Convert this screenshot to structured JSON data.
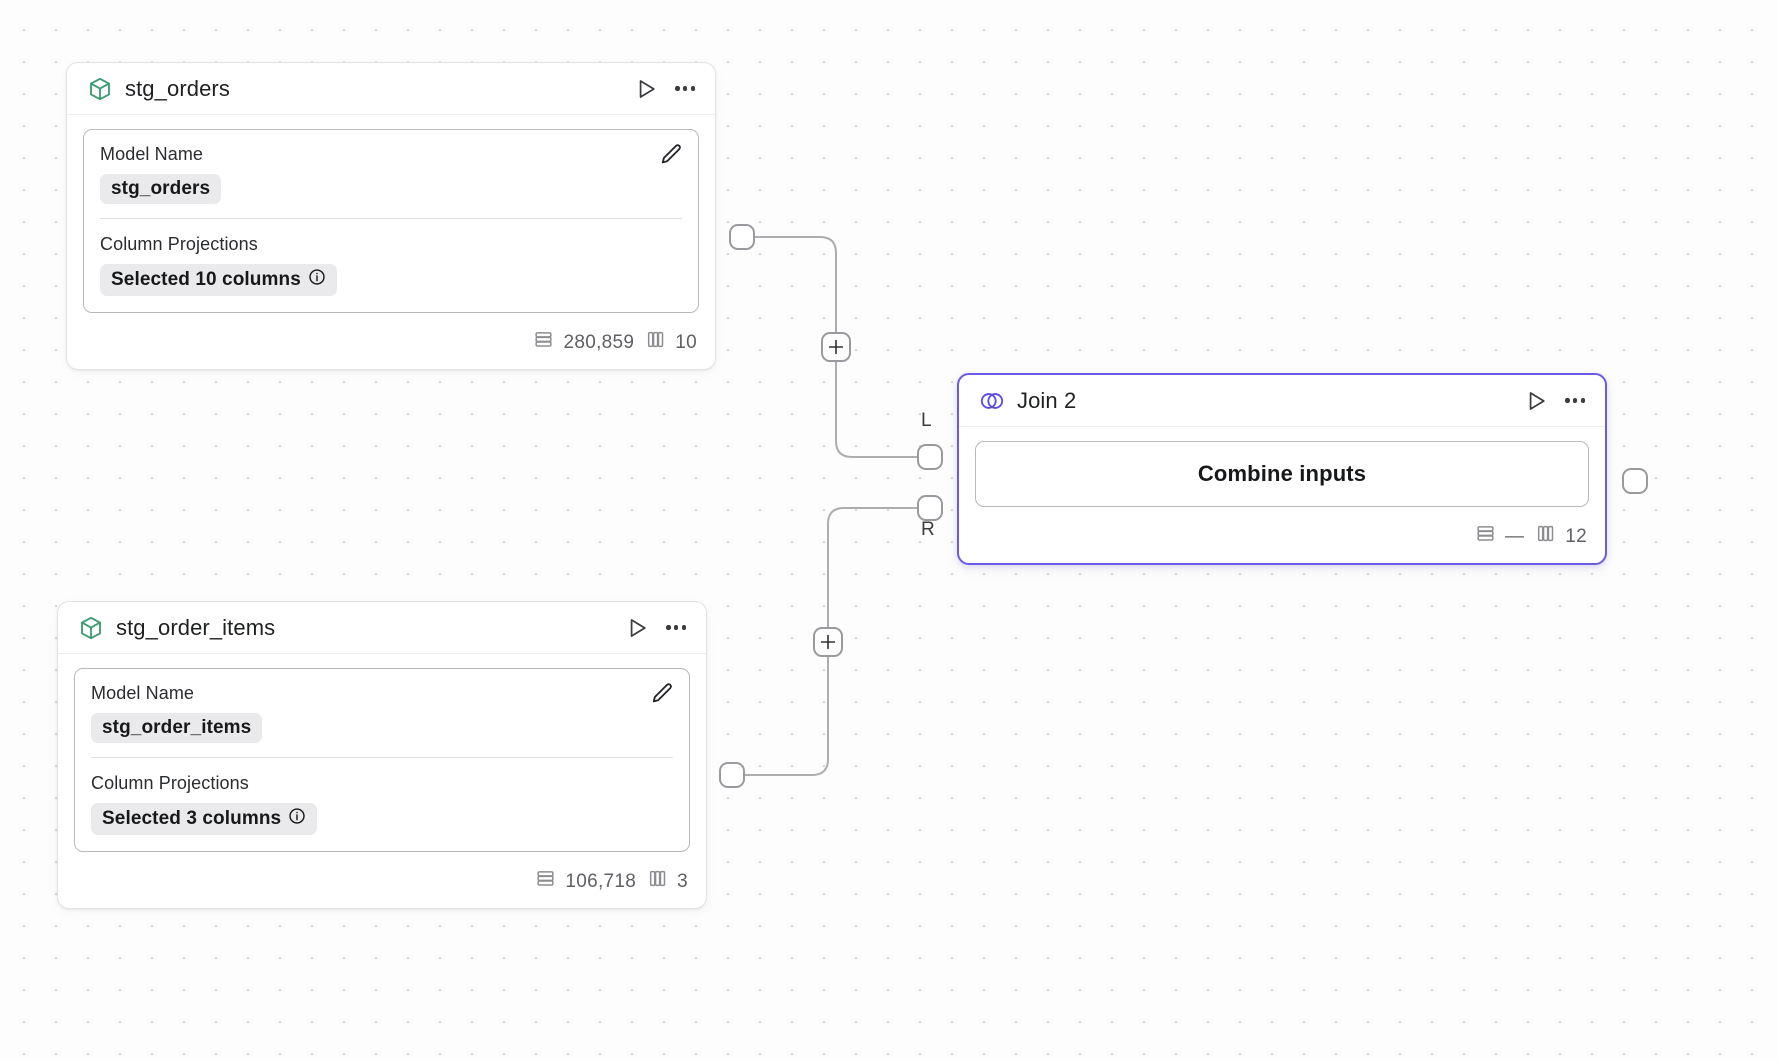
{
  "canvas": {
    "background_color": "#fdfdfd",
    "grid_dot_color": "#d6d6d9",
    "accent_color": "#6b5ce7",
    "model_icon_color": "#3d9b72"
  },
  "nodes": [
    {
      "id": "stg_orders",
      "icon": "cube-icon",
      "title": "stg_orders",
      "actions": {
        "run_label": "run-icon",
        "more_label": "more-icon"
      },
      "fields": [
        {
          "label": "Model Name",
          "value": "stg_orders",
          "has_edit": true,
          "has_info": false
        },
        {
          "label": "Column Projections",
          "value": "Selected 10 columns",
          "has_edit": false,
          "has_info": true
        }
      ],
      "footer": {
        "rows_icon": "rows-icon",
        "rows": "280,859",
        "cols_icon": "columns-icon",
        "cols": "10"
      }
    },
    {
      "id": "stg_order_items",
      "icon": "cube-icon",
      "title": "stg_order_items",
      "actions": {
        "run_label": "run-icon",
        "more_label": "more-icon"
      },
      "fields": [
        {
          "label": "Model Name",
          "value": "stg_order_items",
          "has_edit": true,
          "has_info": false
        },
        {
          "label": "Column Projections",
          "value": "Selected 3 columns",
          "has_edit": false,
          "has_info": true
        }
      ],
      "footer": {
        "rows_icon": "rows-icon",
        "rows": "106,718",
        "cols_icon": "columns-icon",
        "cols": "3"
      }
    },
    {
      "id": "join_2",
      "icon": "join-venn-icon",
      "title": "Join 2",
      "selected": true,
      "actions": {
        "run_label": "run-icon",
        "more_label": "more-icon"
      },
      "button_label": "Combine inputs",
      "input_ports": [
        {
          "id": "left",
          "label": "L"
        },
        {
          "id": "right",
          "label": "R"
        }
      ],
      "footer": {
        "rows_icon": "rows-icon",
        "rows": "—",
        "cols_icon": "columns-icon",
        "cols": "12"
      }
    }
  ],
  "edge_buttons": [
    {
      "id": "add-node-top",
      "label": "+"
    },
    {
      "id": "add-node-bottom",
      "label": "+"
    }
  ]
}
